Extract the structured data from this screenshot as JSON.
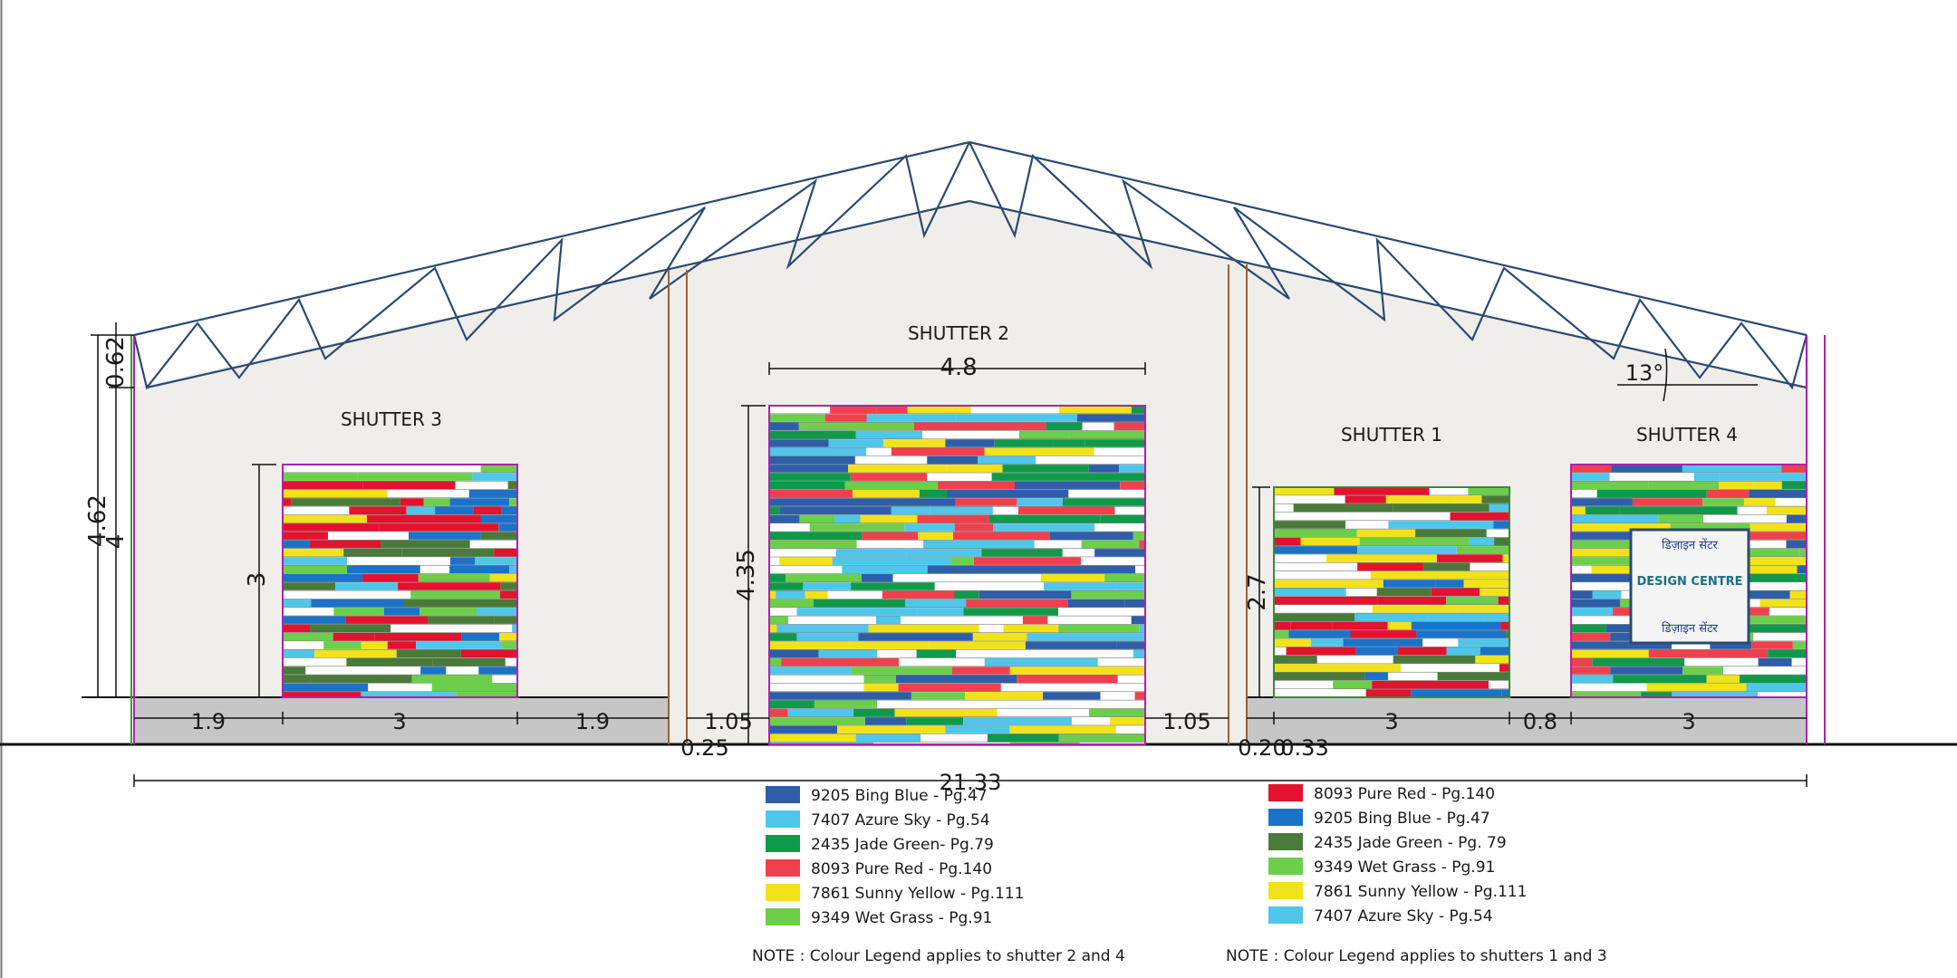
{
  "shutter_labels": {
    "s1": "SHUTTER 1",
    "s2": "SHUTTER 2",
    "s3": "SHUTTER 3",
    "s4": "SHUTTER 4"
  },
  "dimensions": {
    "overall_width": "21.33",
    "height_total": "4.62",
    "height_wall": "4",
    "roof_rise": "0.62",
    "roof_angle": "13°",
    "s2_width": "4.8",
    "s2_height": "4.35",
    "s3_height": "3",
    "s1_height": "2.7",
    "s3_left": "1.9",
    "s3_width": "3",
    "s3_right": "1.9",
    "col_left_gap": "1.05",
    "col_left_thk": "0.25",
    "col_right_gap": "1.05",
    "col_right_thk": "0.20",
    "right_wall_gap": "0.33",
    "s1_width": "3",
    "s1_s4_gap": "0.8",
    "s4_width": "3"
  },
  "legend_left": [
    {
      "label": "9205 Bing Blue - Pg.47",
      "color": "#2f5ea8"
    },
    {
      "label": "7407 Azure Sky - Pg.54",
      "color": "#4fc6ea"
    },
    {
      "label": "2435 Jade Green- Pg.79",
      "color": "#0f9a4a"
    },
    {
      "label": "8093 Pure Red - Pg.140",
      "color": "#f0404e"
    },
    {
      "label": "7861 Sunny Yellow - Pg.111",
      "color": "#f2e21a"
    },
    {
      "label": "9349 Wet Grass - Pg.91",
      "color": "#6ccf4a"
    }
  ],
  "legend_right": [
    {
      "label": "8093 Pure Red - Pg.140",
      "color": "#e3122e"
    },
    {
      "label": "9205 Bing Blue - Pg.47",
      "color": "#1a73c8"
    },
    {
      "label": "2435 Jade Green - Pg. 79",
      "color": "#4a7a3a"
    },
    {
      "label": "9349 Wet Grass - Pg.91",
      "color": "#6ccf4a"
    },
    {
      "label": "7861 Sunny Yellow - Pg.111",
      "color": "#f2e21a"
    },
    {
      "label": "7407 Azure Sky - Pg.54",
      "color": "#4fc6ea"
    }
  ],
  "notes": {
    "left": "NOTE : Colour Legend applies to shutter 2 and 4",
    "right": "NOTE : Colour Legend applies to shutters 1 and 3"
  },
  "sign": {
    "hindi_top": "डिज़ाइन सेंटर",
    "english": "DESIGN CENTRE",
    "hindi_bottom": "डिज़ाइन सेंटर"
  },
  "colors": {
    "truss": "#2b4a72",
    "wall": "#f0eeea",
    "plinth": "#c6c6c6",
    "shutter_border": "#b020b0"
  }
}
